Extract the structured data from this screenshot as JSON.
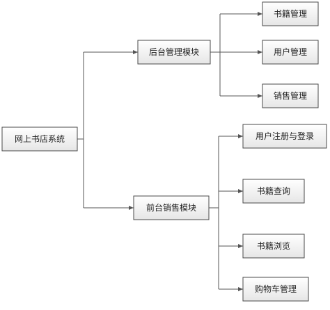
{
  "diagram": {
    "root": "网上书店系统",
    "modules": [
      {
        "label": "后台管理模块",
        "children": [
          "书籍管理",
          "用户管理",
          "销售管理"
        ]
      },
      {
        "label": "前台销售模块",
        "children": [
          "用户注册与登录",
          "书籍查询",
          "书籍浏览",
          "购物车管理"
        ]
      }
    ],
    "colors": {
      "box_top": "#ffffff",
      "box_bottom": "#e6e6e6",
      "stroke": "#4a4a4a",
      "line": "#555555"
    }
  }
}
